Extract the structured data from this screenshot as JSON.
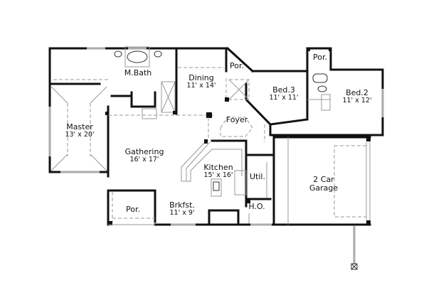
{
  "plan": {
    "type": "floor plan",
    "rooms": [
      {
        "id": "master",
        "name": "Master",
        "dims": "13' x 20'"
      },
      {
        "id": "mbath",
        "name": "M.Bath",
        "dims": ""
      },
      {
        "id": "dining",
        "name": "Dining",
        "dims": "11' x 14'"
      },
      {
        "id": "porch_front",
        "name": "Por.",
        "dims": ""
      },
      {
        "id": "bed3",
        "name": "Bed.3",
        "dims": "11' x 11'"
      },
      {
        "id": "porch_top",
        "name": "Por.",
        "dims": ""
      },
      {
        "id": "bed2",
        "name": "Bed.2",
        "dims": "11' x 12'"
      },
      {
        "id": "foyer",
        "name": "Foyer",
        "dims": ""
      },
      {
        "id": "gathering",
        "name": "Gathering",
        "dims": "16' x 17'"
      },
      {
        "id": "kitchen",
        "name": "Kitchen",
        "dims": "15' x 16'"
      },
      {
        "id": "util",
        "name": "Util.",
        "dims": ""
      },
      {
        "id": "garage_l1",
        "name": "2 Car",
        "dims": ""
      },
      {
        "id": "garage_l2",
        "name": "Garage",
        "dims": ""
      },
      {
        "id": "porch_back",
        "name": "Por.",
        "dims": ""
      },
      {
        "id": "brkfst",
        "name": "Brkfst.",
        "dims": "11' x 9'"
      },
      {
        "id": "ho",
        "name": "H.O.",
        "dims": ""
      }
    ]
  }
}
